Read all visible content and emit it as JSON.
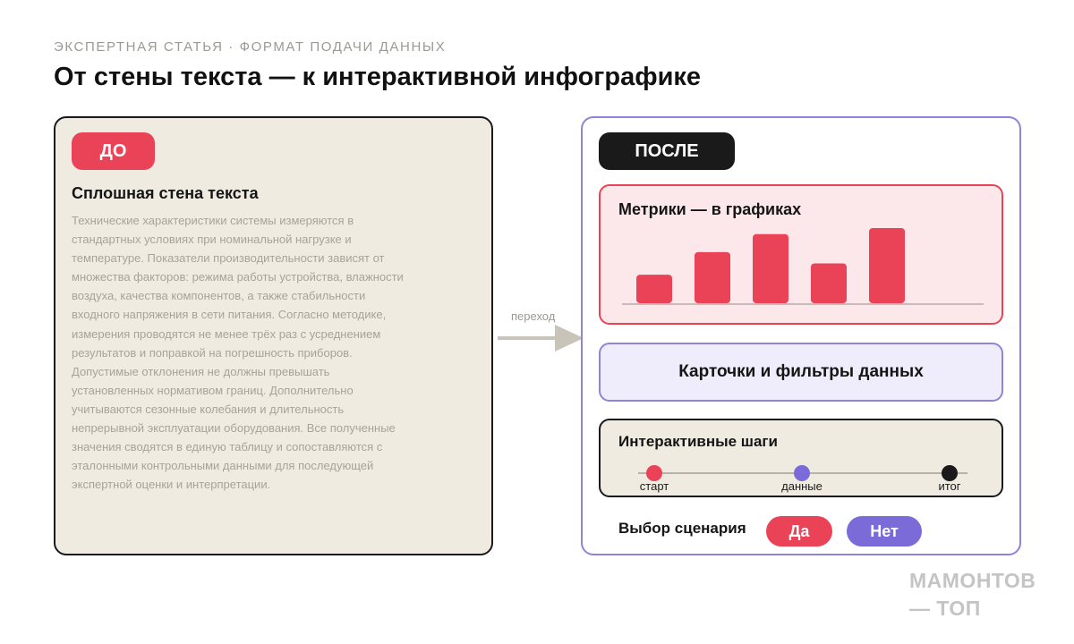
{
  "header": {
    "eyebrow": "ЭКСПЕРТНАЯ СТАТЬЯ · ФОРМАТ ПОДАЧИ ДАННЫХ",
    "title": "От стены текста — к интерактивной инфографике"
  },
  "before": {
    "badge": "ДО",
    "heading": "Сплошная стена текста",
    "body": "Технические характеристики системы измеряются в стандартных условиях при номинальной нагрузке и температуре. Показатели производительности зависят от множества факторов: режима работы устройства, влажности воздуха, качества компонентов, а также стабильности входного напряжения в сети питания. Согласно методике, измерения проводятся не менее трёх раз с усреднением результатов и поправкой на погрешность приборов. Допустимые отклонения не должны превышать установленных нормативом границ. Дополнительно учитываются сезонные колебания и длительность непрерывной эксплуатации оборудования. Все полученные значения сводятся в единую таблицу и сопоставляются с эталонными контрольными данными для последующей экспертной оценки и интерпретации."
  },
  "transition": {
    "label": "переход"
  },
  "after": {
    "badge": "ПОСЛЕ",
    "metrics": {
      "title": "Метрики — в графиках",
      "bar_levels": [
        0.38,
        0.68,
        0.92,
        0.53,
        1.0
      ]
    },
    "filters": {
      "title": "Карточки и фильтры данных"
    },
    "steps": {
      "title": "Интерактивные шаги",
      "items": [
        {
          "label": "старт",
          "position": 0.0,
          "color": "#ea4357"
        },
        {
          "label": "данные",
          "position": 0.5,
          "color": "#7b6bd8"
        },
        {
          "label": "итог",
          "position": 1.0,
          "color": "#1a1a1a"
        }
      ]
    },
    "scenario": {
      "label": "Выбор сценария",
      "yes": "Да",
      "no": "Нет"
    }
  },
  "colors": {
    "accent_red": "#ea4357",
    "accent_violet": "#7b6bd8",
    "beige": "#f0ebe1",
    "dark": "#1a1a1a"
  },
  "logo": {
    "line1": "МАМОНТОВ",
    "line2": "— ТОП"
  }
}
